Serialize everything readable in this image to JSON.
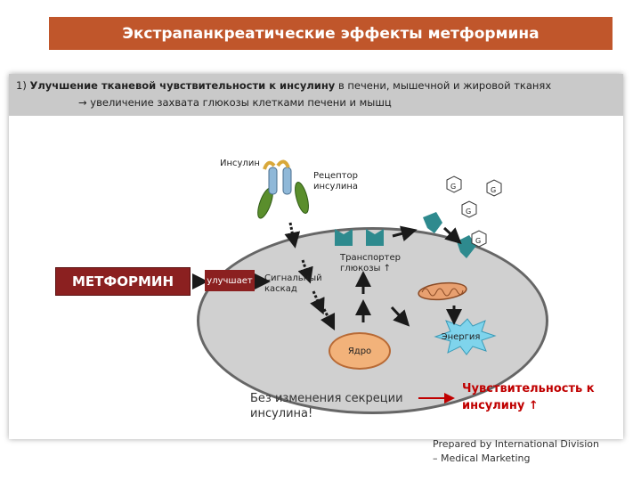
{
  "title": "Экстрапанкреатические эффекты метформина",
  "point1": {
    "number": "1)",
    "bold": "Улучшение тканевой чувствительности к инсулину",
    "rest": "в печени, мышечной и жировой тканях",
    "arrow": "→",
    "consequence": "увеличение захвата глюкозы клетками печени и мышц"
  },
  "diagram": {
    "insulin": "Инсулин",
    "receptor_line1": "Рецептор",
    "receptor_line2": "инсулина",
    "glucose_symbol": "G",
    "transporter_line1": "Транспортер",
    "transporter_line2": "глюкозы ↑",
    "signal_line1": "Сигнальный",
    "signal_line2": "каскад",
    "improves": "улучшает",
    "metformin": "МЕТФОРМИН",
    "nucleus": "Ядро",
    "energy": "Энергия"
  },
  "bottom": {
    "no_change_line1": "Без изменения секреции",
    "no_change_line2": "инсулина!",
    "sensitivity_line1": "Чувствительность к",
    "sensitivity_line2": "инсулину ↑"
  },
  "credit": {
    "line1": "Prepared by International Division",
    "line2": "– Medical Marketing"
  },
  "colors": {
    "title_bg": "#c0562b",
    "metformin_bg": "#8b2020",
    "receptor_green": "#5a8e2c",
    "insulin_gold": "#d9a83a",
    "transporter_teal": "#2e8a8e",
    "nucleus": "#f2b27a",
    "energy": "#7fd4ec",
    "accent_red": "#c00000"
  }
}
